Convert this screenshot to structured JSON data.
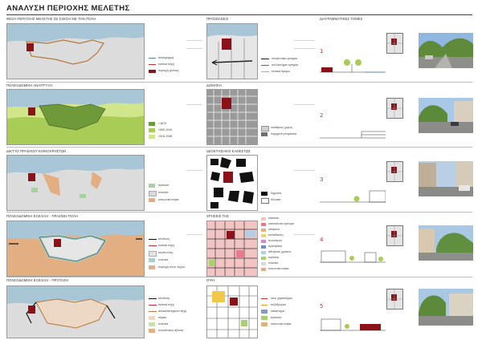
{
  "page_title": "ΑΝΑΛΥΣΗ ΠΕΡΙΟΧΗΣ ΜΕΛΕΤΗΣ",
  "column_titles": {
    "col2": "ΠΡΟΣΒΑΣΕΙΣ",
    "col3": "ΔΙΑΓΡΑΜΜΑΤΙΚΕΣ ΤΟΜΕΣ"
  },
  "rows": [
    {
      "left_title": "ΘΕΣΗ ΠΕΡΙΟΧΗΣ ΜΕΛΕΤΗΣ ΣΕ ΣΧΕΣΗ ΜΕ ΤΗΝ ΠΟΛΗ",
      "left_legend": [
        "ακτογραμμή",
        "ενετικά τείχη",
        "περιοχή μελέτης"
      ],
      "mid_title": "ΠΡΟΣΒΑΣΕΙΣ",
      "mid_legend": [
        "υπερτοπική αρτηρία",
        "συλλεκτήρια αρτηρία",
        "τοπικοί δρόμοι"
      ],
      "section_num": "1"
    },
    {
      "left_title": "ΠΟΛΕΟΔΟΜΙΚΗ ΑΝΑΠΤΥΞΗ",
      "left_legend": [
        "<1870",
        "1900-1915",
        "1915-1948"
      ],
      "mid_title": "ΔΟΜΗΣΗ",
      "mid_legend": [
        "υπαίθριος χώρος",
        "δομημένη επιφάνεια"
      ],
      "section_num": "2"
    },
    {
      "left_title": "ΔΙΚΤΥΟ ΠΡΑΣΙΝΟΥ-ΚΟΙΝΟΧΡΗΣΤΩΝ",
      "left_legend": [
        "πράσινο",
        "πλατεία",
        "κοινωνικά κτίρια"
      ],
      "mid_title": "ΙΔΙΟΚΤΗΣΙΑΚΟ ΚΑΘΕΣΤΩΣ",
      "mid_legend": [
        "δημόσια",
        "ιδιωτικά"
      ],
      "section_num": "3"
    },
    {
      "left_title": "ΠΟΛΕΟΔΟΜΙΚΗ ΕΞΕΛΙΞΗ - ΠΡΑΣΙΝΗ ΠΟΛΗ",
      "left_legend": [
        "σύνδεση",
        "ενετικά τείχη",
        "παλιά πόλη",
        "πλατεία",
        "περιοχή εντός τειχών"
      ],
      "mid_title": "ΧΡΗΣΕΙΣ ΓΗΣ",
      "mid_legend": [
        "κατοικία",
        "κατοικία και εμπόριο",
        "κτίσματα",
        "εκπαίδευση",
        "πολιτισμός",
        "πρόσβαση",
        "αθλητικές χρήσεις",
        "πράσινο",
        "πλατεία",
        "κοινωνικά κτίρια"
      ],
      "section_num": "4"
    },
    {
      "left_title": "ΠΟΛΕΟΔΟΜΙΚΗ ΕΞΕΛΙΞΗ - ΠΡΟΤΑΣΗ",
      "left_legend": [
        "σύνδεση",
        "ενετικά τείχη",
        "αποκατεστημένα τείχη",
        "πάρκο",
        "πλατεία",
        "πολιτιστικός άξονας"
      ],
      "mid_title": "ΟΨΗ",
      "mid_legend": [
        "νέος χαρακτήρας",
        "πεζόδρομος",
        "κατάστημα",
        "πράσινο",
        "κοινωνικά κτίρια"
      ],
      "section_num": "5"
    }
  ],
  "colors": {
    "sea": "#a9c6d6",
    "land": "#d9d9d9",
    "wall": "#b57a3c",
    "site": "#8a1218",
    "green_dark": "#6e9a3a",
    "green_mid": "#a8cc55",
    "green_light": "#d1e68a",
    "orange_fill": "#e2ae82",
    "accent_red": "#d12a2a"
  }
}
